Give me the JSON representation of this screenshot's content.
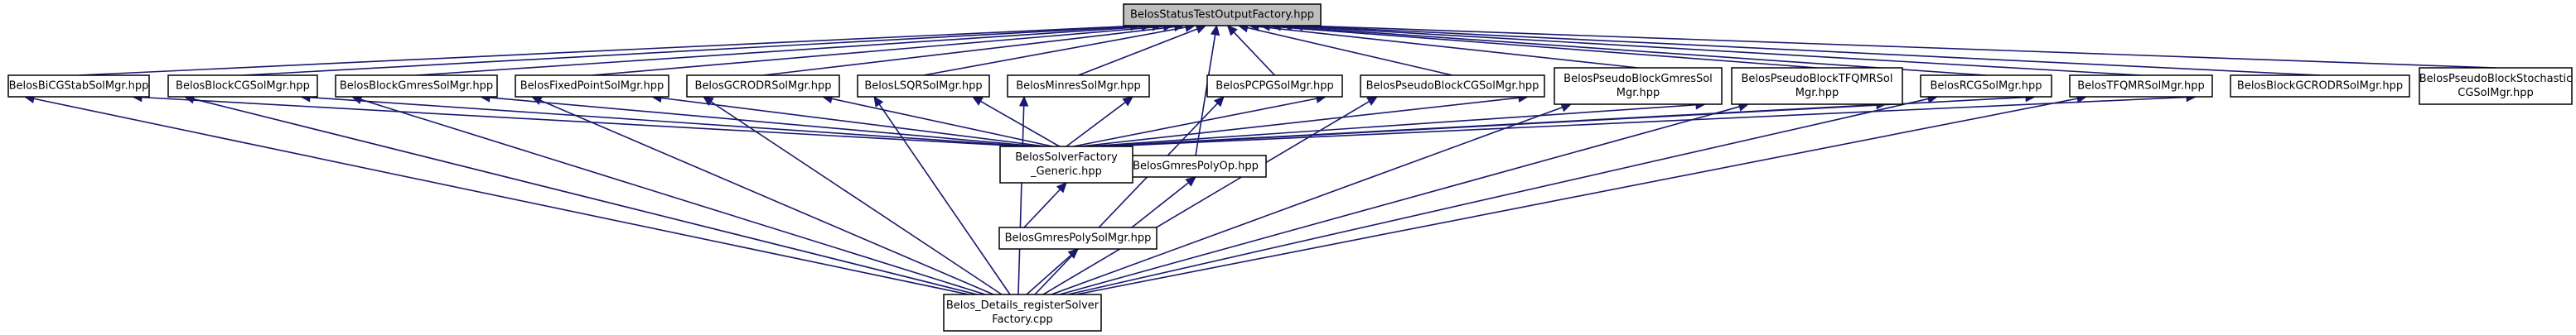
{
  "colors": {
    "edge": "#191970",
    "node_border": "#000000",
    "root_fill": "#bfbfbf",
    "node_fill": "#ffffff"
  },
  "nodes": [
    {
      "id": "root",
      "lines": [
        "BelosStatusTestOutputFactory.hpp"
      ],
      "root": true
    },
    {
      "id": "bicgstab",
      "lines": [
        "BelosBiCGStabSolMgr.hpp"
      ]
    },
    {
      "id": "blockcg",
      "lines": [
        "BelosBlockCGSolMgr.hpp"
      ]
    },
    {
      "id": "blockgmres",
      "lines": [
        "BelosBlockGmresSolMgr.hpp"
      ]
    },
    {
      "id": "fixedpoint",
      "lines": [
        "BelosFixedPointSolMgr.hpp"
      ]
    },
    {
      "id": "gcrodr",
      "lines": [
        "BelosGCRODRSolMgr.hpp"
      ]
    },
    {
      "id": "lsqr",
      "lines": [
        "BelosLSQRSolMgr.hpp"
      ]
    },
    {
      "id": "minres",
      "lines": [
        "BelosMinresSolMgr.hpp"
      ]
    },
    {
      "id": "pcpg",
      "lines": [
        "BelosPCPGSolMgr.hpp"
      ]
    },
    {
      "id": "pseudoblockcg",
      "lines": [
        "BelosPseudoBlockCGSolMgr.hpp"
      ]
    },
    {
      "id": "pseudoblockgmres",
      "lines": [
        "BelosPseudoBlockGmresSol",
        "Mgr.hpp"
      ]
    },
    {
      "id": "pseudoblocktfqmr",
      "lines": [
        "BelosPseudoBlockTFQMRSol",
        "Mgr.hpp"
      ]
    },
    {
      "id": "rcg",
      "lines": [
        "BelosRCGSolMgr.hpp"
      ]
    },
    {
      "id": "tfqmr",
      "lines": [
        "BelosTFQMRSolMgr.hpp"
      ]
    },
    {
      "id": "blockgcrodr",
      "lines": [
        "BelosBlockGCRODRSolMgr.hpp"
      ]
    },
    {
      "id": "pseudoblockstochastic",
      "lines": [
        "BelosPseudoBlockStochastic",
        "CGSolMgr.hpp"
      ]
    },
    {
      "id": "gmrespolyop",
      "lines": [
        "BelosGmresPolyOp.hpp"
      ]
    },
    {
      "id": "solverfactory",
      "lines": [
        "BelosSolverFactory",
        "_Generic.hpp"
      ]
    },
    {
      "id": "gmrespolysolmgr",
      "lines": [
        "BelosGmresPolySolMgr.hpp"
      ]
    },
    {
      "id": "register",
      "lines": [
        "Belos_Details_registerSolver",
        "Factory.cpp"
      ]
    }
  ],
  "edges": [
    {
      "from": "bicgstab",
      "to": "root"
    },
    {
      "from": "blockcg",
      "to": "root"
    },
    {
      "from": "blockgmres",
      "to": "root"
    },
    {
      "from": "fixedpoint",
      "to": "root"
    },
    {
      "from": "gcrodr",
      "to": "root"
    },
    {
      "from": "lsqr",
      "to": "root"
    },
    {
      "from": "minres",
      "to": "root"
    },
    {
      "from": "pcpg",
      "to": "root"
    },
    {
      "from": "pseudoblockcg",
      "to": "root"
    },
    {
      "from": "pseudoblockgmres",
      "to": "root"
    },
    {
      "from": "pseudoblocktfqmr",
      "to": "root"
    },
    {
      "from": "rcg",
      "to": "root"
    },
    {
      "from": "tfqmr",
      "to": "root"
    },
    {
      "from": "blockgcrodr",
      "to": "root"
    },
    {
      "from": "pseudoblockstochastic",
      "to": "root"
    },
    {
      "from": "gmrespolyop",
      "to": "root"
    },
    {
      "from": "solverfactory",
      "to": "bicgstab"
    },
    {
      "from": "solverfactory",
      "to": "blockcg"
    },
    {
      "from": "solverfactory",
      "to": "blockgmres"
    },
    {
      "from": "solverfactory",
      "to": "fixedpoint"
    },
    {
      "from": "solverfactory",
      "to": "gcrodr"
    },
    {
      "from": "solverfactory",
      "to": "lsqr"
    },
    {
      "from": "solverfactory",
      "to": "minres"
    },
    {
      "from": "solverfactory",
      "to": "pcpg"
    },
    {
      "from": "solverfactory",
      "to": "pseudoblockcg"
    },
    {
      "from": "solverfactory",
      "to": "pseudoblockgmres"
    },
    {
      "from": "solverfactory",
      "to": "pseudoblocktfqmr"
    },
    {
      "from": "solverfactory",
      "to": "rcg"
    },
    {
      "from": "solverfactory",
      "to": "tfqmr"
    },
    {
      "from": "gmrespolysolmgr",
      "to": "solverfactory"
    },
    {
      "from": "gmrespolysolmgr",
      "to": "gmrespolyop"
    },
    {
      "from": "register",
      "to": "bicgstab"
    },
    {
      "from": "register",
      "to": "blockcg"
    },
    {
      "from": "register",
      "to": "blockgmres"
    },
    {
      "from": "register",
      "to": "fixedpoint"
    },
    {
      "from": "register",
      "to": "gcrodr"
    },
    {
      "from": "register",
      "to": "lsqr"
    },
    {
      "from": "register",
      "to": "minres"
    },
    {
      "from": "register",
      "to": "pcpg"
    },
    {
      "from": "register",
      "to": "pseudoblockcg"
    },
    {
      "from": "register",
      "to": "pseudoblockgmres"
    },
    {
      "from": "register",
      "to": "pseudoblocktfqmr"
    },
    {
      "from": "register",
      "to": "rcg"
    },
    {
      "from": "register",
      "to": "tfqmr"
    },
    {
      "from": "register",
      "to": "gmrespolysolmgr"
    }
  ]
}
